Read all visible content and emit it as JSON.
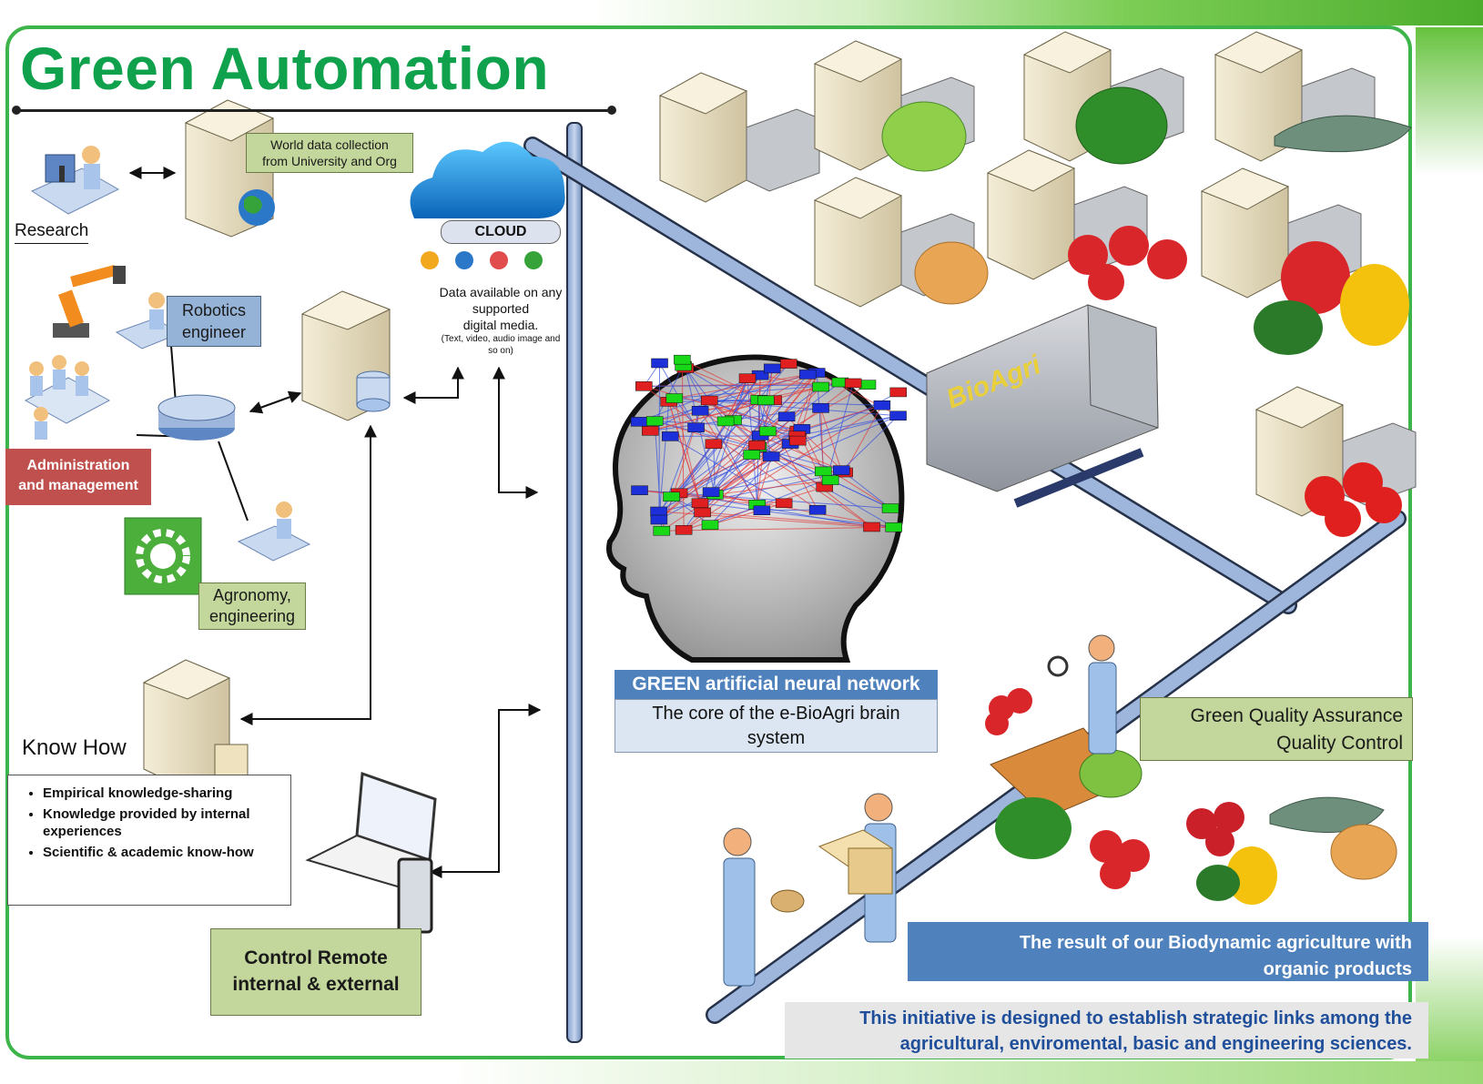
{
  "title": "Green Automation",
  "research": {
    "label": "Research"
  },
  "world_data": {
    "line1": "World data collection",
    "line2": "from University and Org"
  },
  "cloud": {
    "label": "CLOUD",
    "media_line1": "Data available on any",
    "media_line2": "supported",
    "media_line3": "digital media.",
    "media_note_line1": "(Text, video, audio image and",
    "media_note_line2": "so on)"
  },
  "robotics": {
    "line1": "Robotics",
    "line2": "engineer"
  },
  "admin": {
    "line1": "Administration",
    "line2": "and management"
  },
  "agronomy": {
    "line1": "Agronomy,",
    "line2": "engineering"
  },
  "know_how": {
    "label": "Know How",
    "items": [
      "Empirical knowledge-sharing",
      "Knowledge provided by internal experiences",
      "Scientific & academic know-how"
    ]
  },
  "control_remote": {
    "line1": "Control Remote",
    "line2": "internal & external"
  },
  "neural_network": {
    "header": "GREEN artificial neural network",
    "line1": "The core of the e-BioAgri brain",
    "line2": "system"
  },
  "trailer": {
    "brand": "BioAgri"
  },
  "quality": {
    "line1": "Green Quality Assurance",
    "line2": "Quality Control"
  },
  "result": {
    "line1": "The result of our Biodynamic agriculture with",
    "line2": "organic products"
  },
  "initiative": {
    "line1": "This initiative is designed  to establish strategic links among the",
    "line2": "agricultural, enviromental, basic and engineering sciences."
  },
  "colors": {
    "brand_green": "#0fa14b",
    "frame_green": "#3db54a",
    "label_green": "#c3d69b",
    "label_blue": "#95b3d7",
    "label_red": "#c0504d",
    "accent_blue": "#4f81bd"
  }
}
